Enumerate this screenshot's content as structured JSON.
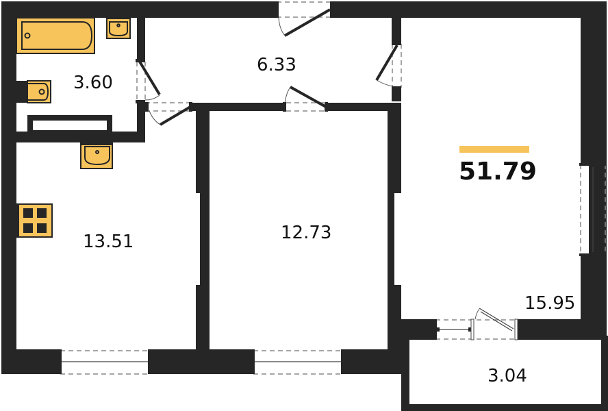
{
  "plan": {
    "total_area": "51.79",
    "accent_color": "#f7c45c",
    "wall_color": "#262626",
    "rooms": [
      {
        "id": "bathroom",
        "area": "3.60"
      },
      {
        "id": "hallway",
        "area": "6.33"
      },
      {
        "id": "kitchen",
        "area": "13.51"
      },
      {
        "id": "bedroom",
        "area": "12.73"
      },
      {
        "id": "living-room",
        "area": "15.95"
      },
      {
        "id": "balcony",
        "area": "3.04"
      }
    ],
    "icons": [
      "bathtub-icon",
      "sink-icon",
      "toilet-icon",
      "kitchen-sink-icon",
      "stove-icon",
      "door-icon",
      "window-icon"
    ]
  }
}
